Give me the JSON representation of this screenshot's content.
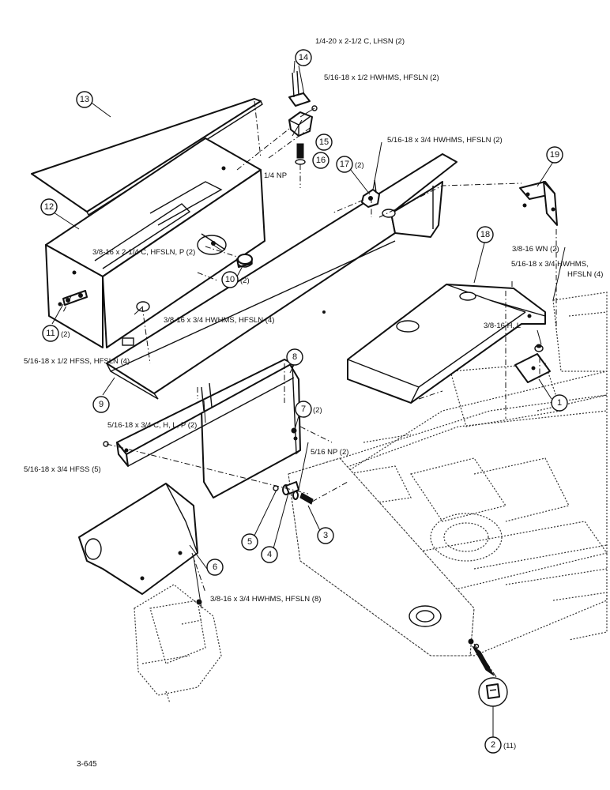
{
  "callouts": [
    {
      "num": "1",
      "qty": ""
    },
    {
      "num": "2",
      "qty": "(11)"
    },
    {
      "num": "3",
      "qty": ""
    },
    {
      "num": "4",
      "qty": ""
    },
    {
      "num": "5",
      "qty": ""
    },
    {
      "num": "6",
      "qty": ""
    },
    {
      "num": "7",
      "qty": "(2)"
    },
    {
      "num": "8",
      "qty": ""
    },
    {
      "num": "9",
      "qty": ""
    },
    {
      "num": "10",
      "qty": "(2)"
    },
    {
      "num": "11",
      "qty": "(2)"
    },
    {
      "num": "12",
      "qty": ""
    },
    {
      "num": "13",
      "qty": ""
    },
    {
      "num": "14",
      "qty": ""
    },
    {
      "num": "15",
      "qty": ""
    },
    {
      "num": "16",
      "qty": ""
    },
    {
      "num": "17",
      "qty": "(2)"
    },
    {
      "num": "18",
      "qty": ""
    },
    {
      "num": "19",
      "qty": ""
    }
  ],
  "notes": [
    "1/4-20 x 2-1/2 C, LHSN (2)",
    "5/16-18 x 1/2 HWHMS, HFSLN (2)",
    "1/4 NP",
    "5/16-18 x 3/4 HWHMS, HFSLN (2)",
    "3/8-16 WN (2)",
    "5/16-18 x 3/4 HWHMS,",
    "HFSLN (4)",
    "3/8-16 x 2-1/4 C, HFSLN, P (2)",
    "3/8-16 H, L",
    "3/8-16 x 3/4 HWHMS, HFSLN (4)",
    "5/16-18 x 1/2 HFSS, HFSLN (4)",
    "5/16-18 x 3/4 C, H, L, P (2)",
    "5/16-18 x 3/4 HFSS (5)",
    "5/16 NP (2)",
    "3/8-16 x 3/4 HWHMS, HFSLN (8)"
  ],
  "figure_ref": "3-645"
}
